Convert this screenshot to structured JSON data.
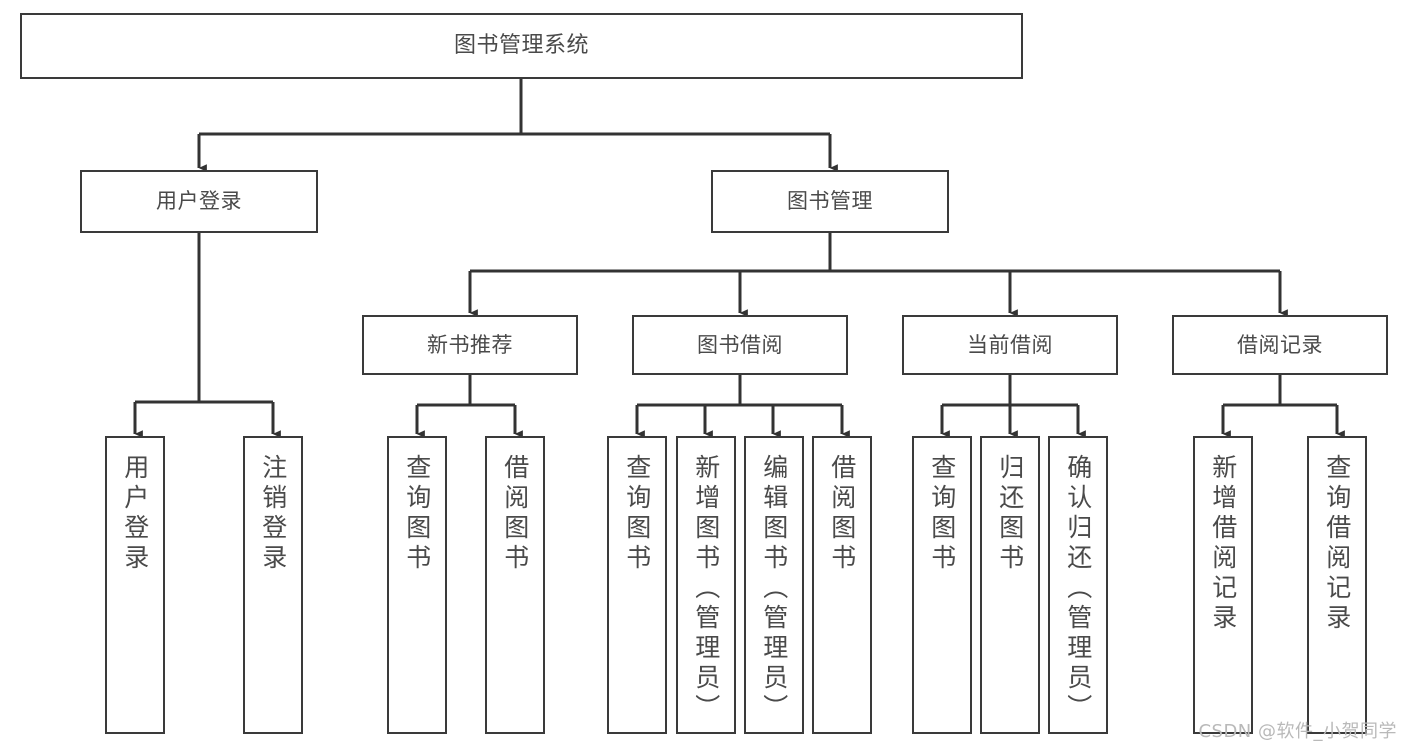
{
  "diagram": {
    "type": "tree-hierarchy",
    "title": "图书管理系统",
    "nodes": {
      "root": {
        "label": "图书管理系统"
      },
      "level2": [
        {
          "label": "用户登录"
        },
        {
          "label": "图书管理"
        }
      ],
      "level3": [
        {
          "label": "新书推荐"
        },
        {
          "label": "图书借阅"
        },
        {
          "label": "当前借阅"
        },
        {
          "label": "借阅记录"
        }
      ],
      "leaves_user_login": [
        {
          "label": "用户登录"
        },
        {
          "label": "注销登录"
        }
      ],
      "leaves_new_books": [
        {
          "label": "查询图书"
        },
        {
          "label": "借阅图书"
        }
      ],
      "leaves_borrow": [
        {
          "label": "查询图书"
        },
        {
          "label": "新增图书（管理员）"
        },
        {
          "label": "编辑图书（管理员）"
        },
        {
          "label": "借阅图书"
        }
      ],
      "leaves_current": [
        {
          "label": "查询图书"
        },
        {
          "label": "归还图书"
        },
        {
          "label": "确认归还（管理员）"
        }
      ],
      "leaves_records": [
        {
          "label": "新增借阅记录"
        },
        {
          "label": "查询借阅记录"
        }
      ]
    },
    "colors": {
      "box_border": "#3a3a3a",
      "box_fill": "#ffffff",
      "text": "#4a4a4a",
      "edge": "#333333",
      "watermark": "#b9b9b9"
    }
  },
  "watermark": {
    "text": "CSDN @软件_小贺同学"
  }
}
